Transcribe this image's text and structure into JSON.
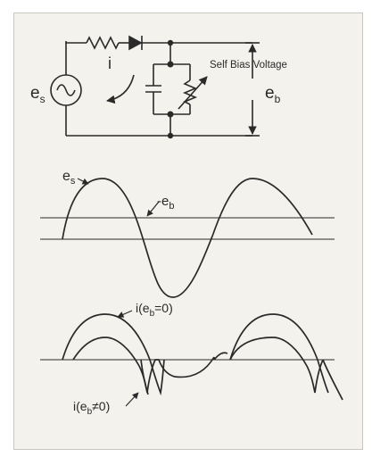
{
  "circuit": {
    "source_label": "e",
    "source_subscript": "s",
    "current_label": "i",
    "self_bias_label": "Self Bias Voltage",
    "bias_label": "e",
    "bias_subscript": "b"
  },
  "waveform_top": {
    "source_label": "e",
    "source_subscript": "s",
    "bias_label": "-e",
    "bias_subscript": "b"
  },
  "waveform_bottom": {
    "zero_bias_prefix": "i(e",
    "zero_bias_subscript": "b",
    "zero_bias_suffix": "=0)",
    "nonzero_bias_prefix": "i(e",
    "nonzero_bias_subscript": "b",
    "nonzero_bias_suffix": "≠0)"
  },
  "colors": {
    "ink": "#2a2a2a",
    "card": "#f3f2ec",
    "card_border": "#c8c6bf"
  }
}
